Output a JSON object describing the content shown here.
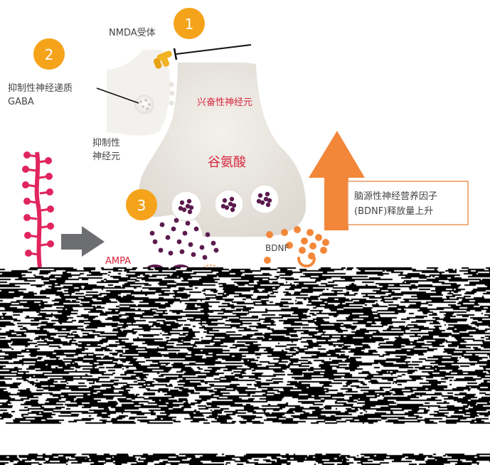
{
  "labels": {
    "nmda_receptor": "NMDA受体",
    "inhibitory_transmitter_line1": "抑制性神经递质",
    "inhibitory_transmitter_line2": "GABA",
    "inhibitory_neuron_line1": "抑制性",
    "inhibitory_neuron_line2": "神经元",
    "excitatory_neuron": "兴奋性神经元",
    "glutamate": "谷氨酸",
    "ampa": "AMPA",
    "bdnf": "BDNF",
    "bdnf_box_line1": "脑源性神经营养因子",
    "bdnf_box_line2": "(BDNF)释放量上升"
  },
  "markers": [
    "1",
    "2",
    "3"
  ],
  "colors": {
    "marker_orange": "#f5a31a",
    "neuron_fill": "#ebe7e1",
    "inhibitory_neuron_fill": "#f3f1ed",
    "glutamate_purple": "#5b1a4e",
    "text_red": "#d7263d",
    "dendrite_red": "#e0245e",
    "arrow_gray": "#6d6e71",
    "bdnf_orange": "#f2873a",
    "label_gray": "#444444",
    "receptor_yellow": "#f0b323"
  }
}
